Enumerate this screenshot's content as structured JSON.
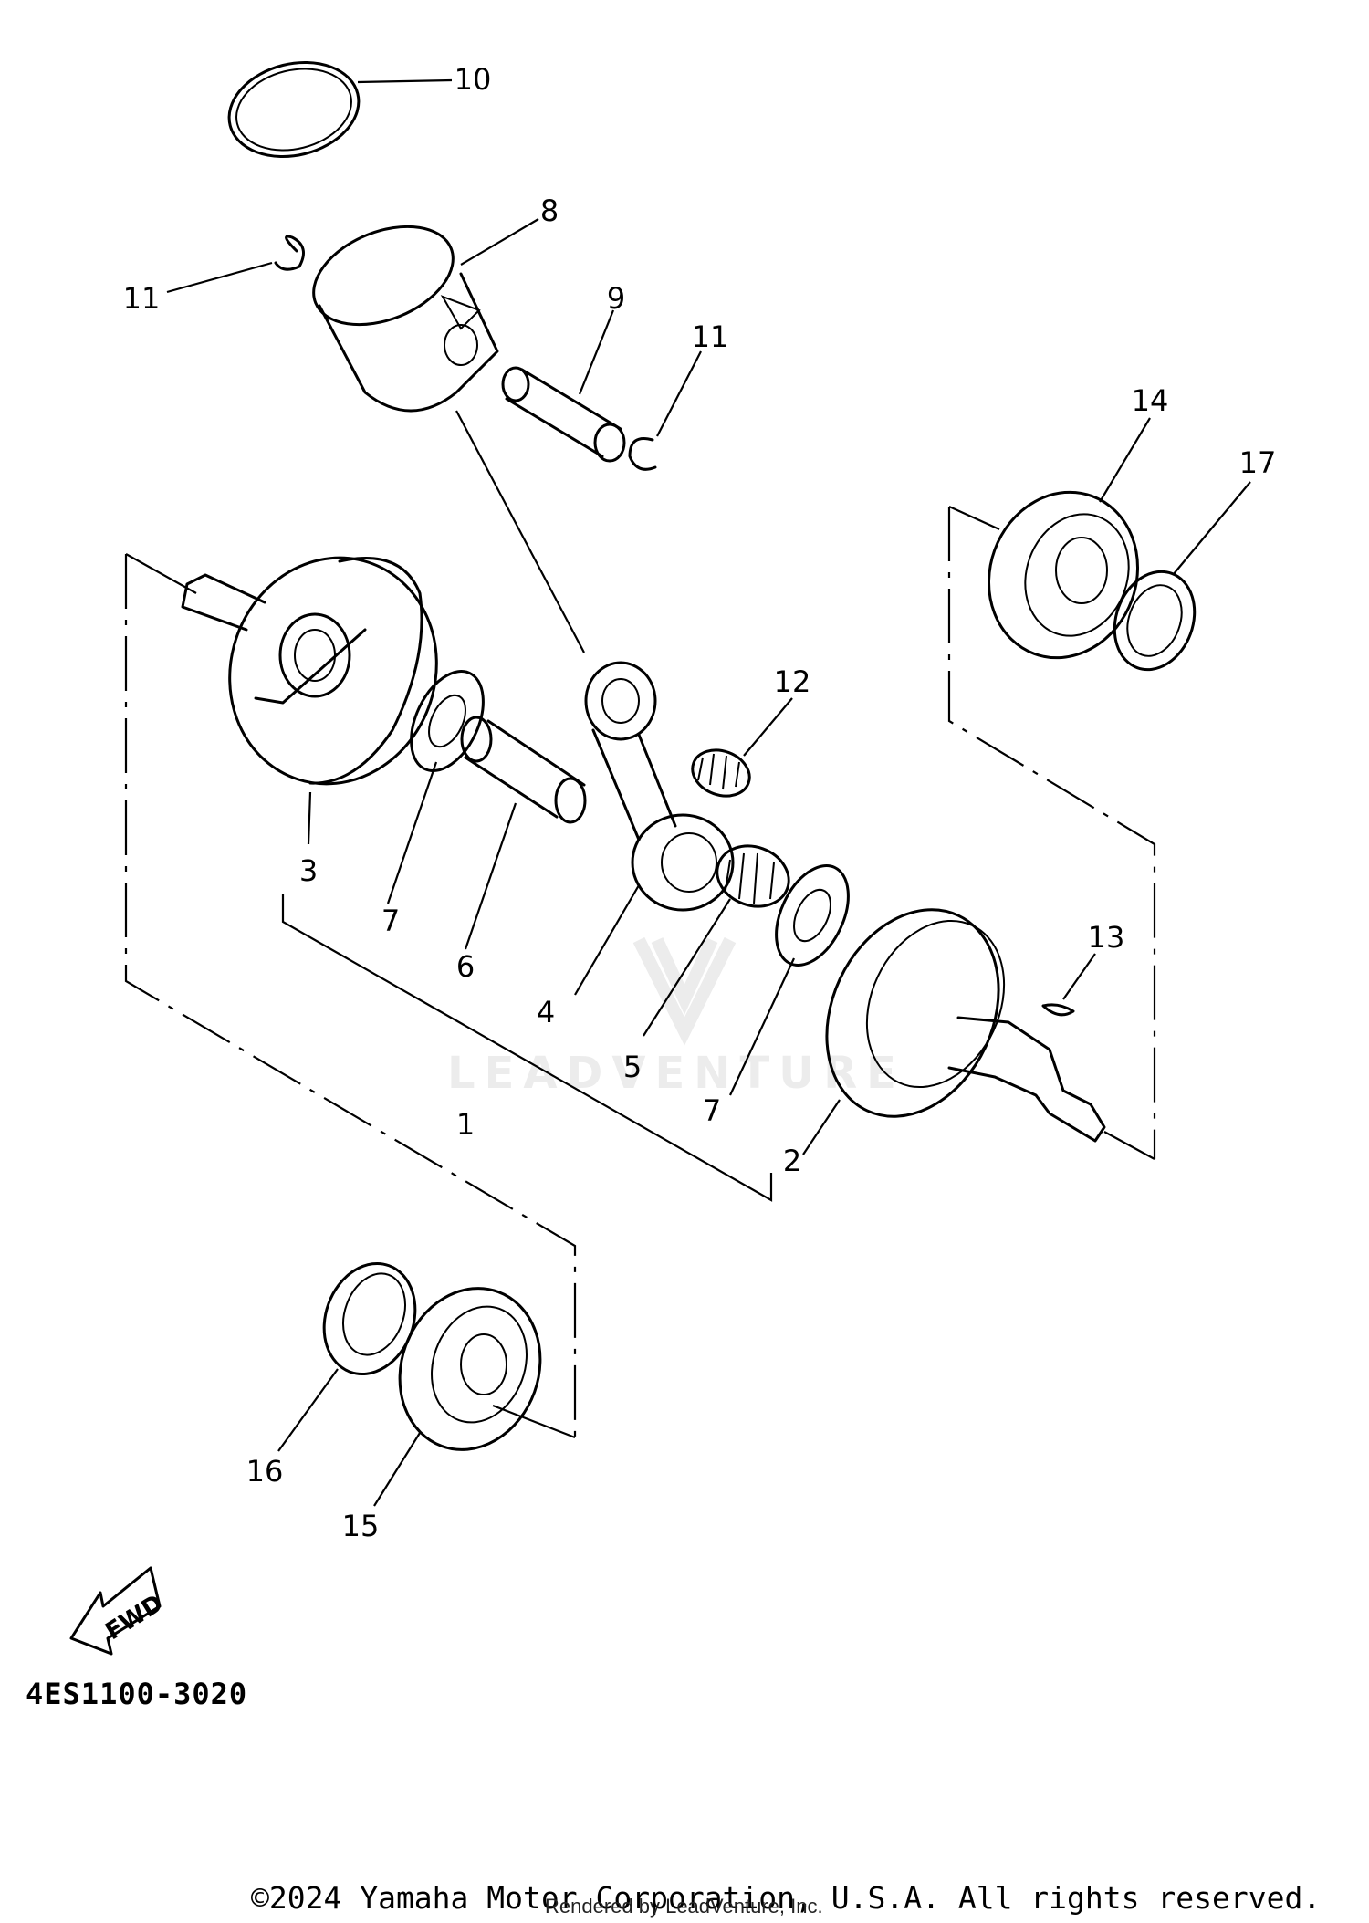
{
  "diagram": {
    "part_callouts": [
      "1",
      "2",
      "3",
      "4",
      "5",
      "6",
      "7",
      "7",
      "8",
      "9",
      "10",
      "11",
      "11",
      "12",
      "13",
      "14",
      "15",
      "16",
      "17"
    ],
    "fwd_label": "FWD",
    "code": "4ES1100-3020",
    "watermark": "LEADVENTURE"
  },
  "footer": {
    "copyright": "©2024 Yamaha Motor Corporation, U.S.A. All rights reserved.",
    "rendered_by": "Rendered by LeadVenture, Inc."
  }
}
